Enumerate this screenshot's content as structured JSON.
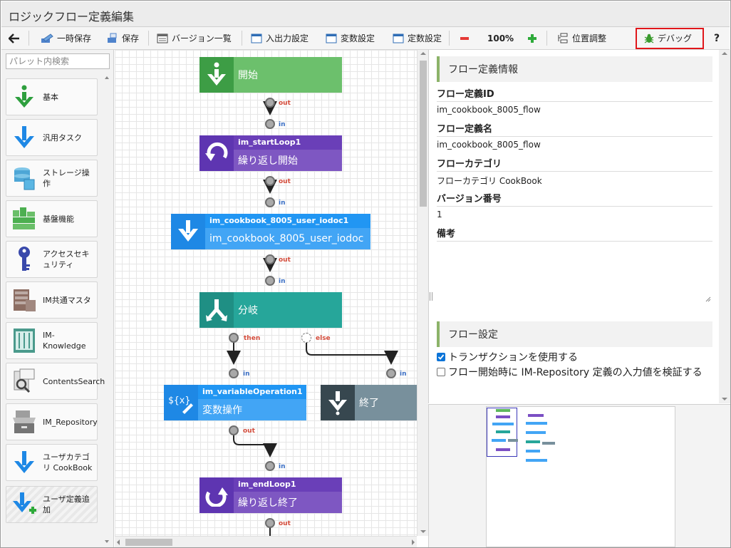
{
  "window": {
    "title": "ロジックフロー定義編集"
  },
  "toolbar": {
    "back_label": "",
    "temp_save": "一時保存",
    "save": "保存",
    "version_list": "バージョン一覧",
    "io_settings": "入出力設定",
    "var_settings": "変数設定",
    "const_settings": "定数設定",
    "zoom": "100%",
    "position_adjust": "位置調整",
    "debug": "デバッグ",
    "help": "?"
  },
  "palette": {
    "search_placeholder": "パレット内検索",
    "items": [
      {
        "label": "基本",
        "icon": "basic-down-arrow-icon"
      },
      {
        "label": "汎用タスク",
        "icon": "blue-down-arrow-icon"
      },
      {
        "label": "ストレージ操作",
        "icon": "storage-icon"
      },
      {
        "label": "基盤機能",
        "icon": "platform-icon"
      },
      {
        "label": "アクセスセキュリティ",
        "icon": "key-icon"
      },
      {
        "label": "IM共通マスタ",
        "icon": "master-icon"
      },
      {
        "label": "IM-Knowledge",
        "icon": "knowledge-icon"
      },
      {
        "label": "ContentsSearch",
        "icon": "contents-search-icon"
      },
      {
        "label": "IM_Repository",
        "icon": "repository-icon"
      },
      {
        "label": "ユーザカテゴリ CookBook",
        "icon": "blue-down-arrow-icon"
      },
      {
        "label": "ユーザ定義追加",
        "icon": "user-define-add-icon"
      }
    ]
  },
  "flow": {
    "nodes": [
      {
        "id": "",
        "name": "開始",
        "color": "#5cb85c"
      },
      {
        "id": "im_startLoop1",
        "name": "繰り返し開始",
        "color": "#7b4fc4"
      },
      {
        "id": "im_cookbook_8005_user_iodoc1",
        "name": "im_cookbook_8005_user_iodoc",
        "color": "#42a5f5"
      },
      {
        "id": "",
        "name": "分岐",
        "color": "#26a69a"
      },
      {
        "id": "im_variableOperation1",
        "name": "変数操作",
        "color": "#42a5f5"
      },
      {
        "id": "",
        "name": "終了",
        "color": "#78909c"
      },
      {
        "id": "im_endLoop1",
        "name": "繰り返し終了",
        "color": "#7b4fc4"
      }
    ],
    "port_labels": {
      "out": "out",
      "in": "in",
      "then": "then",
      "else": "else"
    }
  },
  "props": {
    "section_info": "フロー定義情報",
    "flow_id_label": "フロー定義ID",
    "flow_id_value": "im_cookbook_8005_flow",
    "flow_name_label": "フロー定義名",
    "flow_name_value": "im_cookbook_8005_flow",
    "category_label": "フローカテゴリ",
    "category_value": "フローカテゴリ CookBook",
    "version_label": "バージョン番号",
    "version_value": "1",
    "memo_label": "備考",
    "section_settings": "フロー設定",
    "use_transaction": "トランザクションを使用する",
    "validate_input": "フロー開始時に IM-Repository 定義の入力値を検証する"
  },
  "colors": {
    "accent_green": "#8cb369",
    "debug_highlight": "#e0171b",
    "loop_purple": "#7b4fc4",
    "task_blue": "#42a5f5",
    "branch_teal": "#26a69a",
    "end_gray": "#78909c",
    "start_green": "#5cb85c"
  }
}
